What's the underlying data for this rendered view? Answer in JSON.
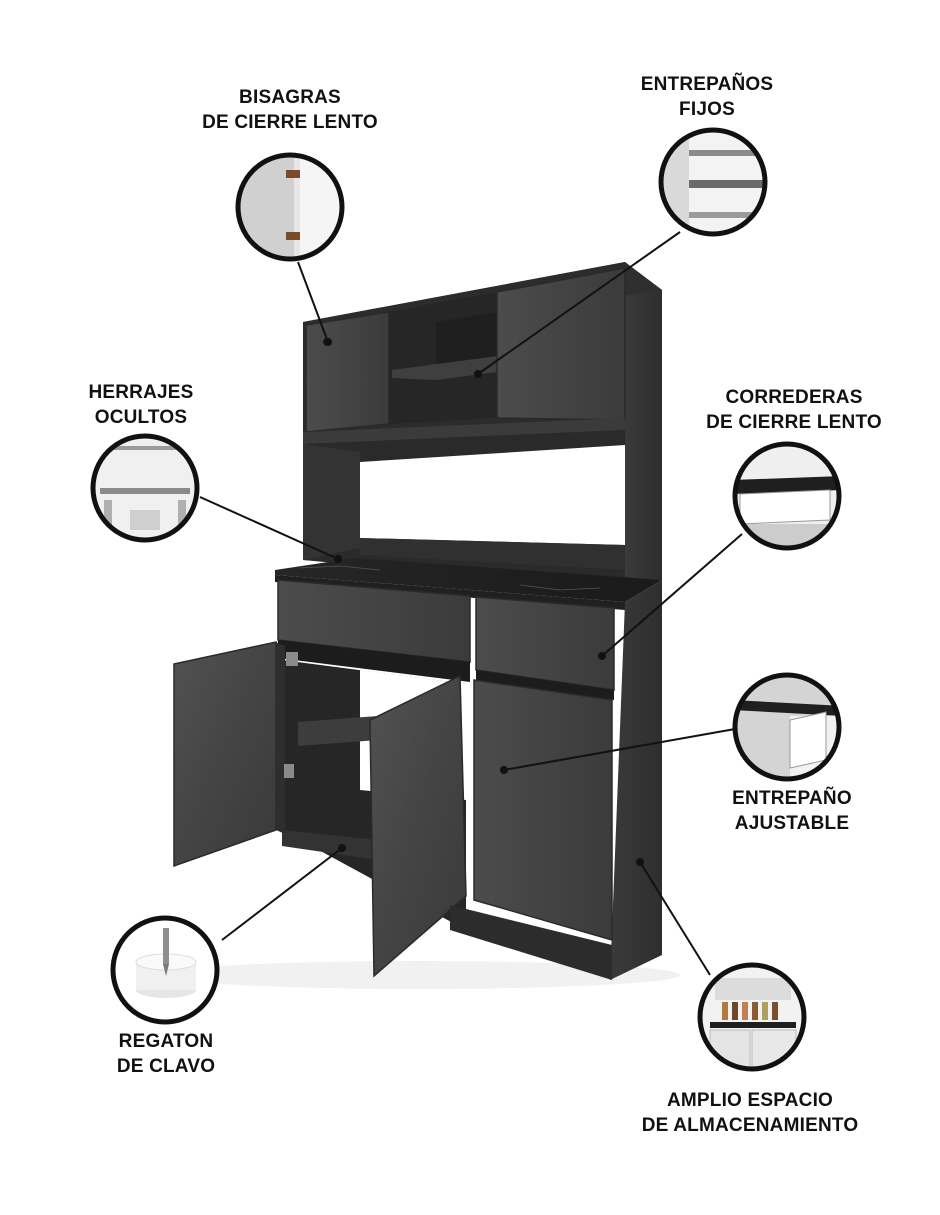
{
  "features": [
    {
      "id": "bisagras",
      "lines": [
        "BISAGRAS",
        "DE CIERRE LENTO"
      ]
    },
    {
      "id": "entrepanos-fijos",
      "lines": [
        "ENTREPAÑOS",
        "FIJOS"
      ]
    },
    {
      "id": "herrajes",
      "lines": [
        "HERRAJES",
        "OCULTOS"
      ]
    },
    {
      "id": "correderas",
      "lines": [
        "CORREDERAS",
        "DE CIERRE LENTO"
      ]
    },
    {
      "id": "entrepano-ajustable",
      "lines": [
        "ENTREPAÑO",
        "AJUSTABLE"
      ]
    },
    {
      "id": "regaton",
      "lines": [
        "REGATON",
        "DE CLAVO"
      ]
    },
    {
      "id": "amplio",
      "lines": [
        "AMPLIO ESPACIO",
        "DE ALMACENAMIENTO"
      ]
    }
  ],
  "colors": {
    "wood_dark": "#3d3d3d",
    "wood_mid": "#4a4a4a",
    "wood_light": "#5a5a5a",
    "interior": "#2b2b2b",
    "marble": "#1f1f1f",
    "callout_ring": "#111111",
    "leader_line": "#111111",
    "label_text": "#111111"
  }
}
